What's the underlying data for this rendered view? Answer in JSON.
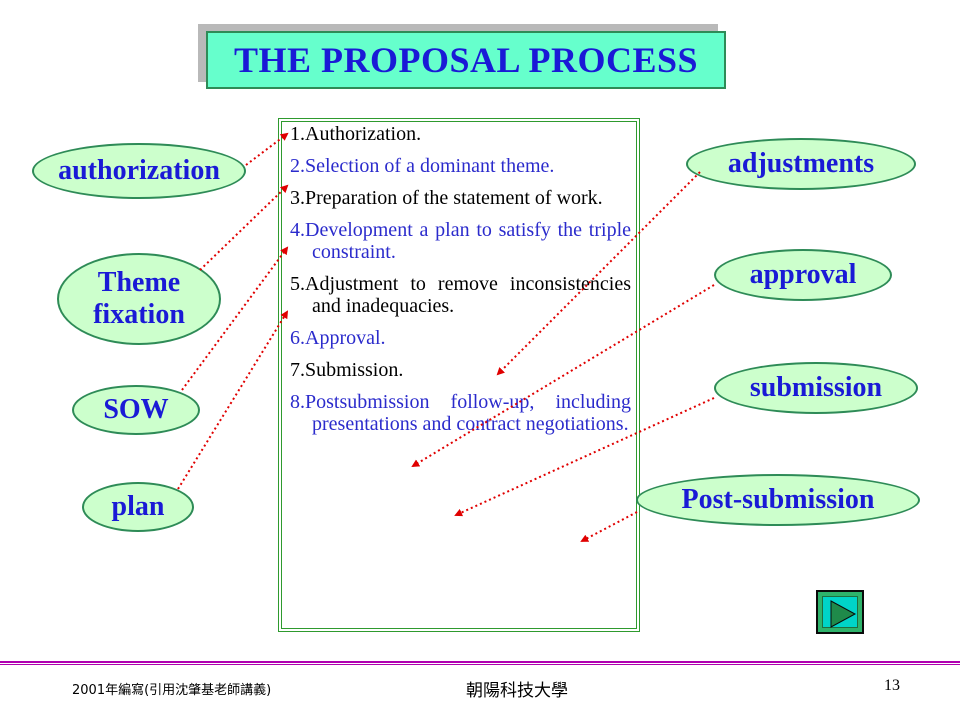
{
  "title": "THE PROPOSAL PROCESS",
  "steps": [
    {
      "text": "1.Authorization.",
      "color": "#000000"
    },
    {
      "text": "2.Selection of a dominant theme.",
      "color": "#2b2bcc"
    },
    {
      "text": "3.Preparation of the statement of work.",
      "color": "#000000"
    },
    {
      "text": "4.Development a plan to satisfy the triple constraint.",
      "color": "#2b2bcc"
    },
    {
      "text": "5.Adjustment to remove inconsistencies and inadequacies.",
      "color": "#000000"
    },
    {
      "text": "6.Approval.",
      "color": "#2b2bcc"
    },
    {
      "text": "7.Submission.",
      "color": "#000000"
    },
    {
      "text": "8.Postsubmission follow-up, including presentations and contract negotiations.",
      "color": "#2b2bcc"
    }
  ],
  "left_ovals": [
    {
      "label": "authorization"
    },
    {
      "label": "Theme fixation"
    },
    {
      "label": "SOW"
    },
    {
      "label": "plan"
    }
  ],
  "right_ovals": [
    {
      "label": "adjustments"
    },
    {
      "label": "approval"
    },
    {
      "label": "submission"
    },
    {
      "label": "Post-submission"
    }
  ],
  "footer": {
    "left": "2001年編寫(引用沈肇基老師講義)",
    "center": "朝陽科技大學",
    "page": "13"
  },
  "colors": {
    "title_text": "#1a1ad6",
    "title_fill": "#66ffcc",
    "oval_fill": "#ccffcc",
    "oval_text": "#1a1ad6",
    "connector": "#e00000",
    "panel_border": "#2e9a2e",
    "footer_line": "#b000b0"
  },
  "icons": {
    "next_button": "play-triangle-icon"
  }
}
